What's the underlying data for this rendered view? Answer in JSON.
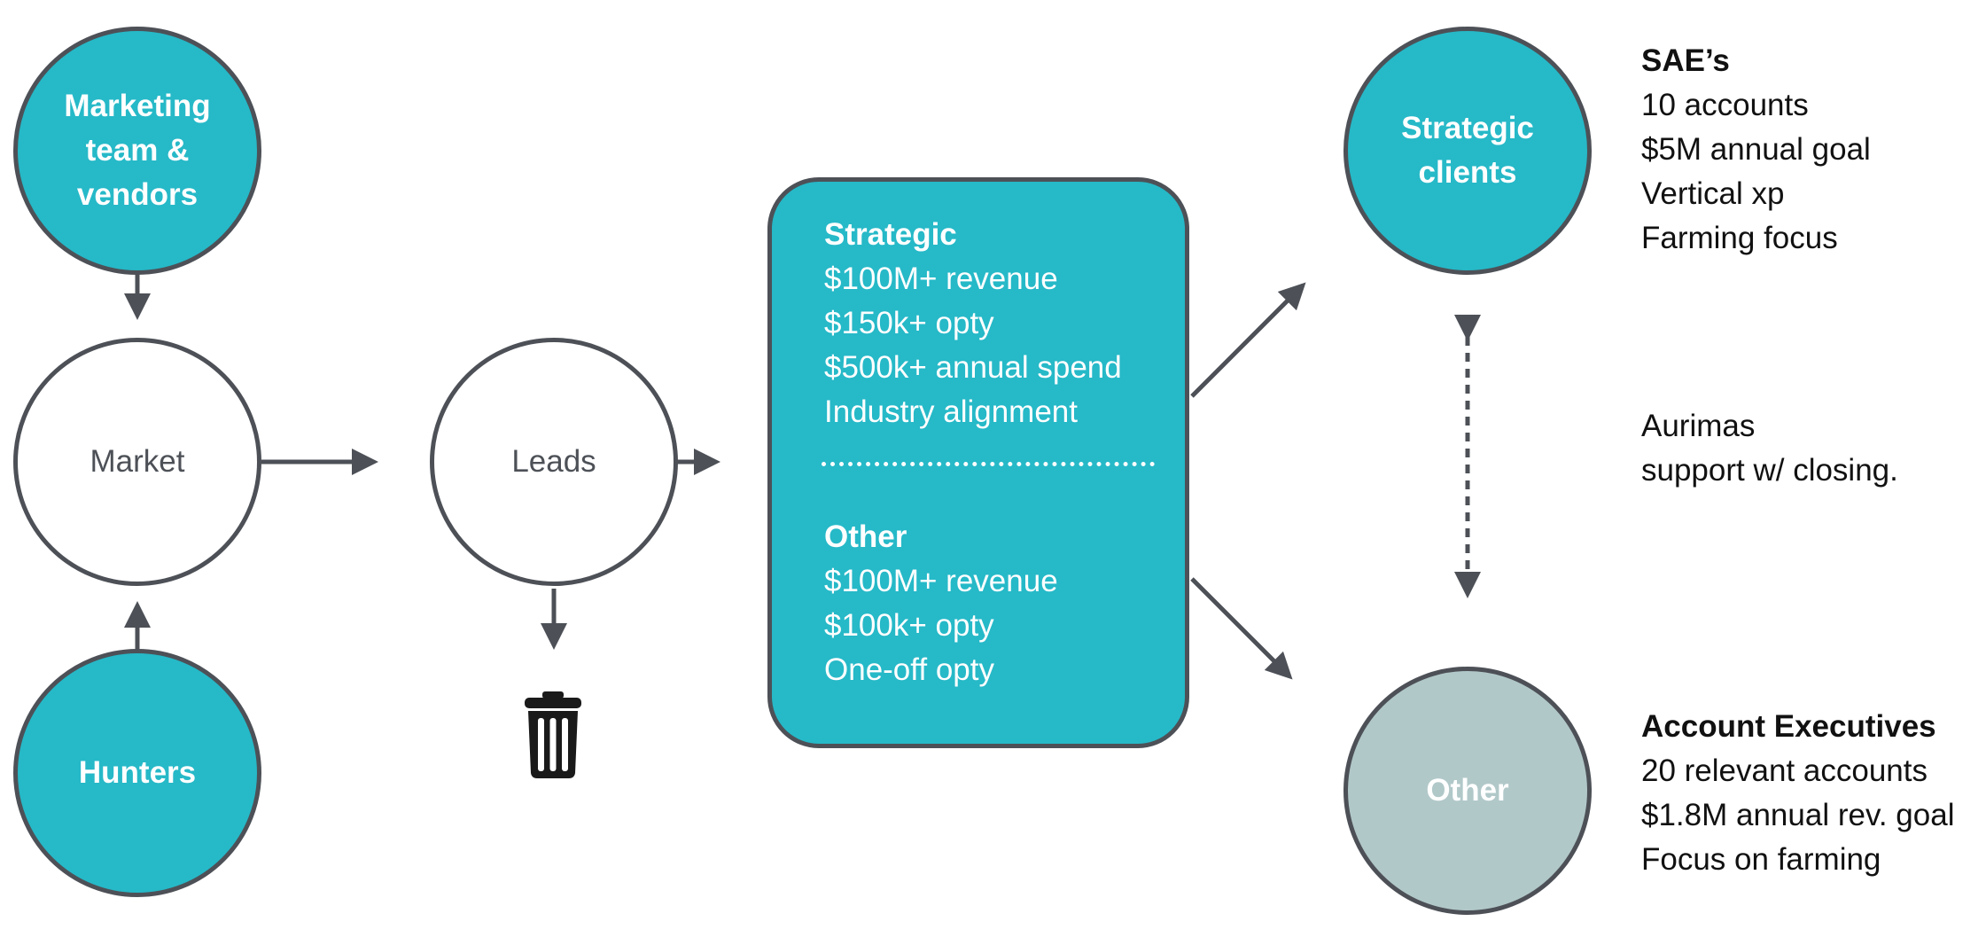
{
  "nodes": {
    "marketing": {
      "label": "Marketing\nteam &\nvendors",
      "fill": "#26b9c8"
    },
    "market": {
      "label": "Market",
      "fill": "#ffffff"
    },
    "hunters": {
      "label": "Hunters",
      "fill": "#26b9c8"
    },
    "leads": {
      "label": "Leads",
      "fill": "#ffffff"
    },
    "strategic_clients": {
      "label": "Strategic\nclients",
      "fill": "#26b9c8"
    },
    "other": {
      "label": "Other",
      "fill": "#b1c8c9"
    }
  },
  "criteria": {
    "strategic": {
      "title": "Strategic",
      "lines": [
        "$100M+ revenue",
        "$150k+ opty",
        "$500k+ annual spend",
        "Industry alignment"
      ]
    },
    "other": {
      "title": "Other",
      "lines": [
        "$100M+ revenue",
        "$100k+ opty",
        "One-off opty"
      ]
    }
  },
  "sae": {
    "title": "SAE’s",
    "lines": [
      "10 accounts",
      "$5M annual goal",
      "Vertical xp",
      "Farming focus"
    ]
  },
  "support_note": {
    "lines": [
      "Aurimas",
      "support w/ closing."
    ]
  },
  "account_executives": {
    "title": "Account Executives",
    "lines": [
      "20 relevant accounts",
      "$1.8M annual rev. goal",
      "Focus on farming"
    ]
  },
  "icons": {
    "discard": "trash-icon"
  },
  "colors": {
    "teal": "#26b9c8",
    "stroke": "#4d5157",
    "gray_node": "#b1c8c9",
    "text_dark": "#111111"
  }
}
